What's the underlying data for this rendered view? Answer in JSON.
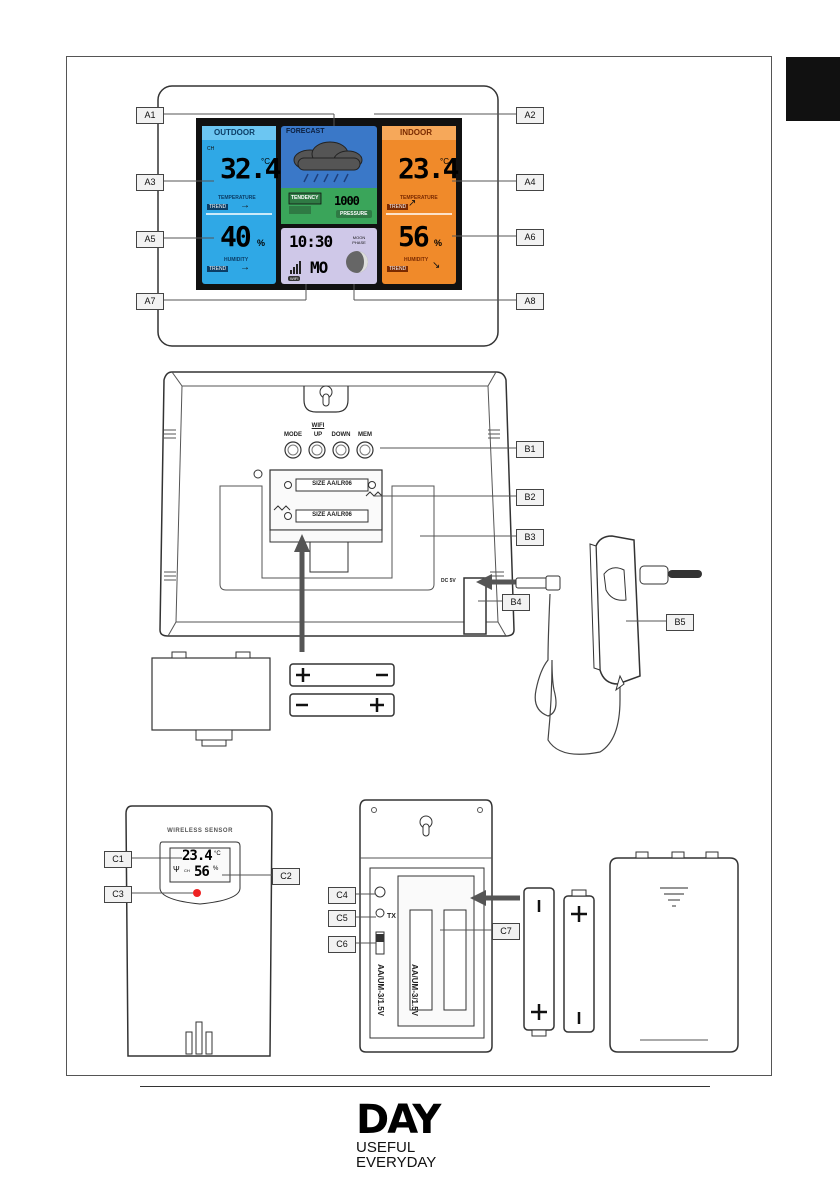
{
  "labels": {
    "a1": "A1",
    "a2": "A2",
    "a3": "A3",
    "a4": "A4",
    "a5": "A5",
    "a6": "A6",
    "a7": "A7",
    "a8": "A8",
    "b1": "B1",
    "b2": "B2",
    "b3": "B3",
    "b4": "B4",
    "b5": "B5",
    "c1": "C1",
    "c2": "C2",
    "c3": "C3",
    "c4": "C4",
    "c5": "C5",
    "c6": "C6",
    "c7": "C7"
  },
  "display": {
    "outdoor_title": "OUTDOOR",
    "outdoor_ch": "CH",
    "outdoor_temp": "32.4",
    "outdoor_temp_unit": "°C",
    "outdoor_temp_label": "TEMPERATURE",
    "outdoor_humidity": "40",
    "outdoor_humidity_unit": "%",
    "outdoor_humidity_label": "HUMIDITY",
    "trend": "TREND",
    "forecast_title": "FORECAST",
    "tendency": "TENDENCY",
    "pressure_value": "1000",
    "pressure_label": "PRESSURE",
    "indoor_title": "INDOOR",
    "indoor_temp": "23.4",
    "indoor_temp_unit": "°C",
    "indoor_temp_label": "TEMPERATURE",
    "indoor_humidity": "56",
    "indoor_humidity_unit": "%",
    "indoor_humidity_label": "HUMIDITY",
    "time": "10:30",
    "day": "MO",
    "moon_phase": "MOON PHASE",
    "wifi": "WIFI"
  },
  "back": {
    "btn_mode": "MODE",
    "btn_wifi": "WIFI",
    "btn_up": "UP",
    "btn_down": "DOWN",
    "btn_mem": "MEM",
    "battery_size_1": "SIZE AA/LR06",
    "battery_size_2": "SIZE AA/LR06",
    "dc_label": "DC 5V"
  },
  "sensor": {
    "title": "WIRELESS SENSOR",
    "temp": "23.4",
    "temp_unit": "°C",
    "humidity": "56",
    "humidity_unit": "%",
    "ch": "CH",
    "tx": "TX",
    "battery_1": "AA/UM-3/1.5V",
    "battery_2": "AA/UM-3/1.5V"
  },
  "logo": {
    "word": "DAY",
    "line1": "USEFUL",
    "line2": "EVERYDAY"
  },
  "colors": {
    "outdoor_bg": "#2fa8e6",
    "forecast_bg": "#3a78c8",
    "grass": "#3aa55a",
    "indoor_bg": "#f08a2a",
    "clock_bg": "#cfc8e8"
  }
}
